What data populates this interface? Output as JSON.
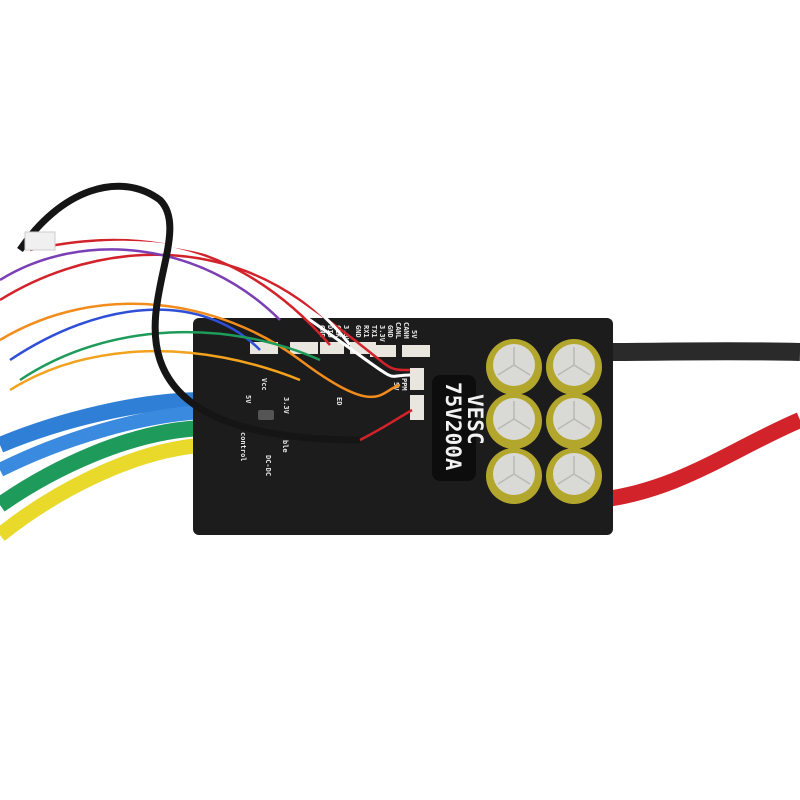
{
  "product": {
    "label_line1": "VESC",
    "label_line2": "75V200A"
  },
  "silkscreen": {
    "can_header": [
      "5V",
      "CANH",
      "CANL",
      "GND"
    ],
    "uart_header": [
      "3.3V",
      "TX1",
      "RX1",
      "GND"
    ],
    "swd_header": [
      "3.3V",
      "CLK",
      "DIO",
      "GND"
    ],
    "ppm": "PPM",
    "ppm_5v": "5V",
    "v5": "5V",
    "v33": "3.3V",
    "dcdc": "DC-DC",
    "control": "control",
    "able": "ble",
    "led": "ED",
    "vcc": "Vcc"
  },
  "colors": {
    "board": "#1c1c1c",
    "capacitor_sleeve": "#b3a62c",
    "capacitor_top": "#d9d9d6",
    "wire_black": "#2a2a2a",
    "wire_red": "#d2232a",
    "wire_blue": "#2f7fd6",
    "wire_green": "#1e9a5a",
    "wire_yellow": "#e8d92a"
  }
}
